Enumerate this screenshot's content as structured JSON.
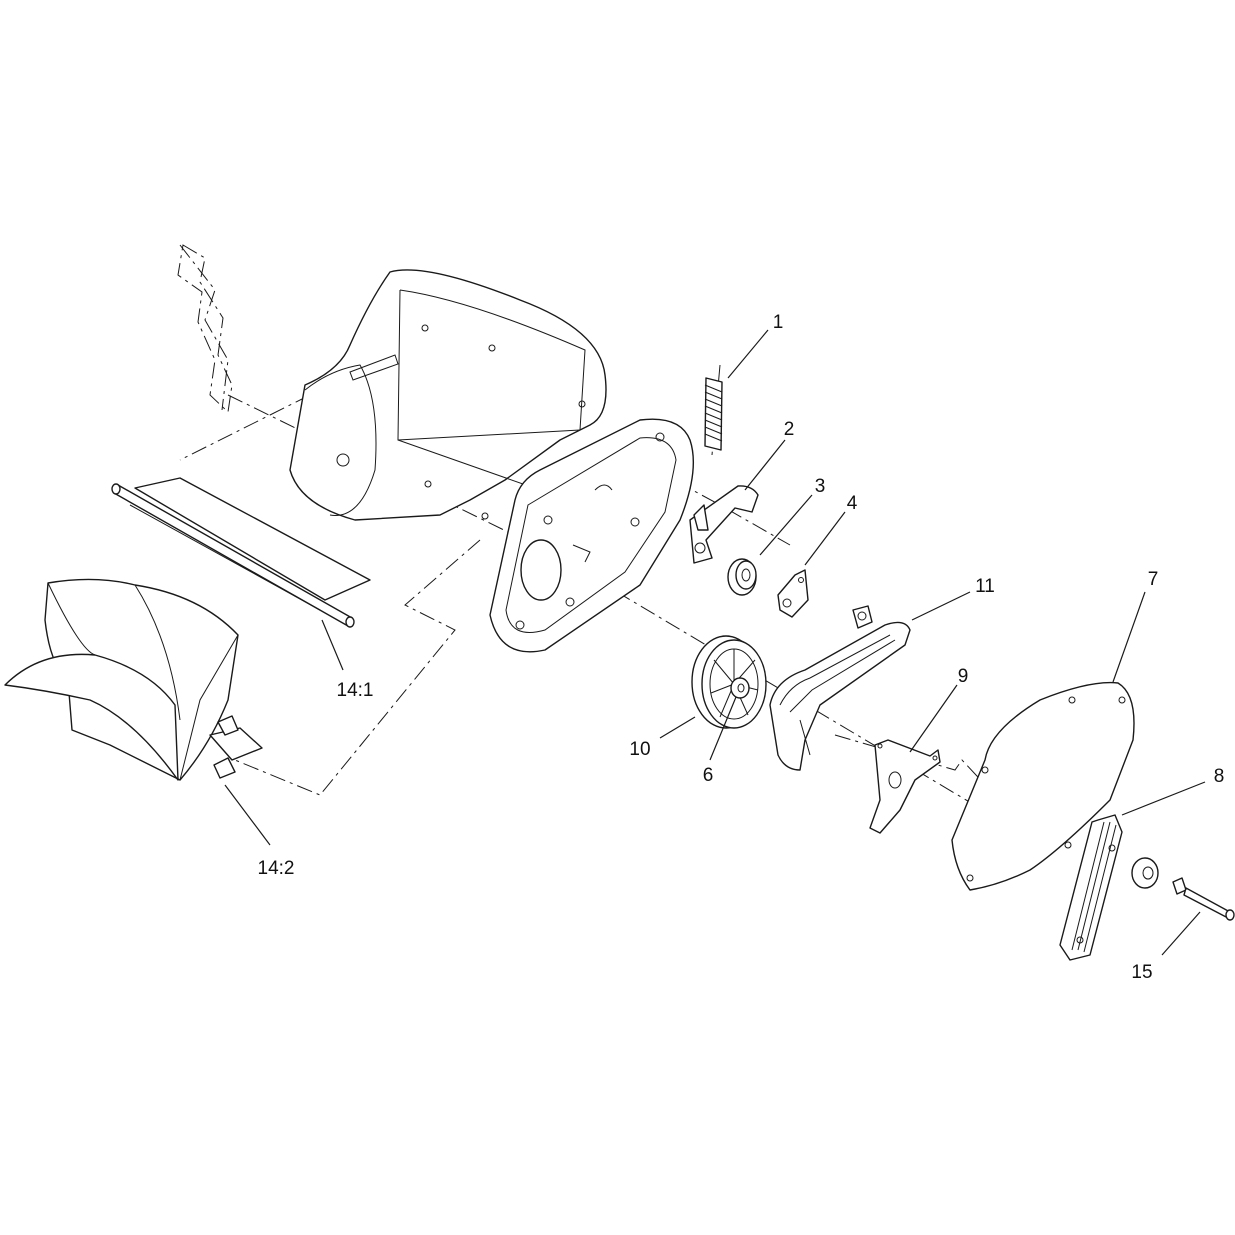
{
  "diagram": {
    "callouts": [
      {
        "id": "c1",
        "label": "1"
      },
      {
        "id": "c2",
        "label": "2"
      },
      {
        "id": "c3",
        "label": "3"
      },
      {
        "id": "c4",
        "label": "4"
      },
      {
        "id": "c6",
        "label": "6"
      },
      {
        "id": "c7",
        "label": "7"
      },
      {
        "id": "c8",
        "label": "8"
      },
      {
        "id": "c9",
        "label": "9"
      },
      {
        "id": "c10",
        "label": "10"
      },
      {
        "id": "c11",
        "label": "11"
      },
      {
        "id": "c14_1",
        "label": "14:1"
      },
      {
        "id": "c14_2",
        "label": "14:2"
      },
      {
        "id": "c15",
        "label": "15"
      }
    ]
  }
}
